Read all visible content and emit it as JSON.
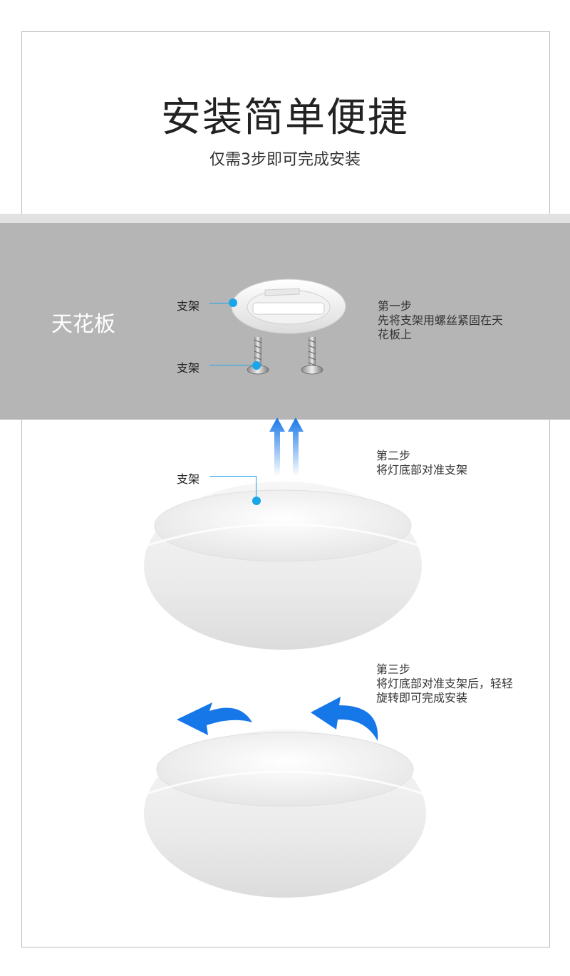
{
  "header": {
    "title": "安装简单便捷",
    "subtitle": "仅需3步即可完成安装"
  },
  "ceiling": {
    "label": "天花板"
  },
  "callouts": {
    "bracket_top": "支架",
    "bracket_screws": "支架",
    "bracket_lamp": "支架"
  },
  "steps": [
    {
      "title": "第一步",
      "lines": [
        "先将支架用螺丝紧固在天",
        "花板上"
      ]
    },
    {
      "title": "第二步",
      "lines": [
        "将灯底部对准支架"
      ]
    },
    {
      "title": "第三步",
      "lines": [
        "将灯底部对准支架后，轻轻",
        "旋转即可完成安装"
      ]
    }
  ],
  "colors": {
    "accent": "#19a5e8",
    "arrow_blue": "#1677e8",
    "ceiling": "#b5b5b5"
  }
}
